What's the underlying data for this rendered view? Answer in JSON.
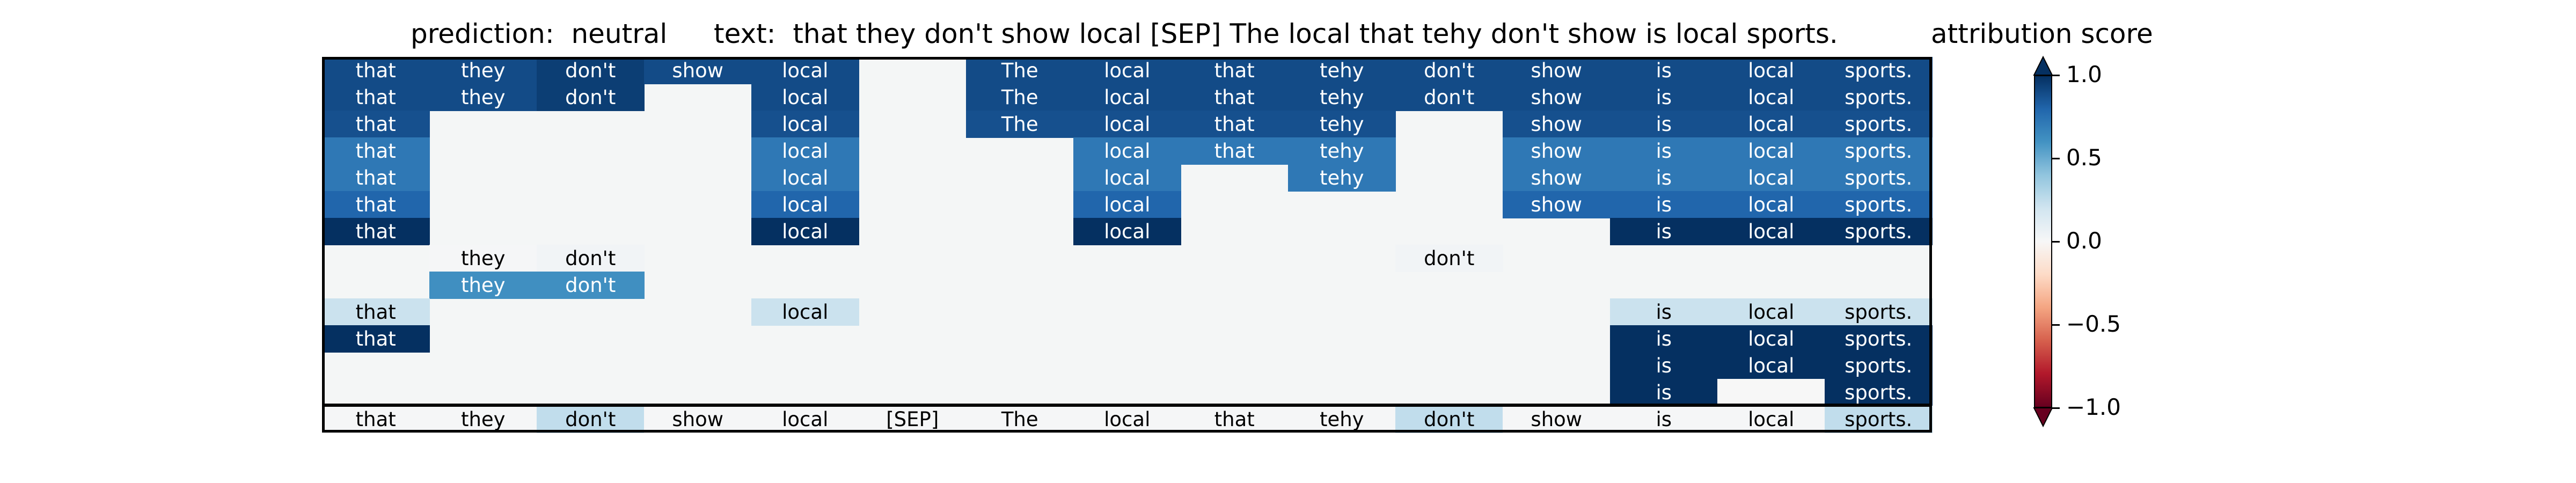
{
  "header": {
    "prediction_text": "prediction:  neutral",
    "text_text": "text:  that they don't show local [SEP] The local that tehy don't show is local sports.",
    "colorbar_title": "attribution score"
  },
  "chart_data": {
    "type": "heatmap",
    "colormap": "RdBu",
    "vmin": -1.0,
    "vmax": 1.0,
    "columns": [
      "that",
      "they",
      "don't",
      "show",
      "local",
      "[SEP]",
      "The",
      "local",
      "that",
      "tehy",
      "don't",
      "show",
      "is",
      "local",
      "sports."
    ],
    "colorbar_ticks": [
      "1.0",
      "0.5",
      "0.0",
      "−0.5",
      "−1.0"
    ],
    "rows": [
      [
        0.9,
        0.9,
        0.95,
        0.9,
        0.9,
        null,
        0.9,
        0.9,
        0.9,
        0.9,
        0.9,
        0.9,
        0.9,
        0.9,
        0.9
      ],
      [
        0.9,
        0.9,
        0.95,
        null,
        0.9,
        null,
        0.9,
        0.9,
        0.9,
        0.9,
        0.9,
        0.9,
        0.9,
        0.9,
        0.9
      ],
      [
        0.88,
        null,
        null,
        null,
        0.88,
        null,
        0.88,
        0.88,
        0.88,
        0.88,
        null,
        0.88,
        0.88,
        0.88,
        0.88
      ],
      [
        0.72,
        null,
        null,
        null,
        0.72,
        null,
        null,
        0.72,
        0.72,
        0.72,
        null,
        0.72,
        0.72,
        0.72,
        0.72
      ],
      [
        0.72,
        null,
        null,
        null,
        0.72,
        null,
        null,
        0.72,
        null,
        0.72,
        null,
        0.72,
        0.72,
        0.72,
        0.72
      ],
      [
        0.8,
        null,
        null,
        null,
        0.8,
        null,
        null,
        0.8,
        null,
        null,
        null,
        0.8,
        0.8,
        0.8,
        0.8
      ],
      [
        1.0,
        null,
        null,
        null,
        1.0,
        null,
        null,
        1.0,
        null,
        null,
        null,
        null,
        1.0,
        1.0,
        1.0
      ],
      [
        null,
        0.01,
        0.03,
        null,
        null,
        null,
        null,
        null,
        null,
        null,
        0.03,
        null,
        null,
        null,
        null
      ],
      [
        null,
        0.62,
        0.62,
        null,
        null,
        null,
        null,
        null,
        null,
        null,
        null,
        null,
        null,
        null,
        null
      ],
      [
        0.22,
        null,
        null,
        null,
        0.22,
        null,
        null,
        null,
        null,
        null,
        null,
        null,
        0.22,
        0.22,
        0.22
      ],
      [
        1.0,
        null,
        null,
        null,
        null,
        null,
        null,
        null,
        null,
        null,
        null,
        null,
        1.0,
        1.0,
        1.0
      ],
      [
        null,
        null,
        null,
        null,
        null,
        null,
        null,
        null,
        null,
        null,
        null,
        null,
        1.0,
        1.0,
        1.0
      ],
      [
        null,
        null,
        null,
        null,
        null,
        null,
        null,
        null,
        null,
        null,
        null,
        null,
        1.0,
        0.0,
        1.0
      ]
    ],
    "summary_row": [
      0.01,
      0.01,
      0.25,
      0.01,
      0.01,
      0.01,
      0.01,
      0.01,
      0.01,
      0.01,
      0.25,
      0.01,
      0.01,
      0.01,
      0.25
    ],
    "summary_labels": [
      "that",
      "they",
      "don't",
      "show",
      "local",
      "[SEP]",
      "The",
      "local",
      "that",
      "tehy",
      "don't",
      "show",
      "is",
      "local",
      "sports."
    ]
  }
}
